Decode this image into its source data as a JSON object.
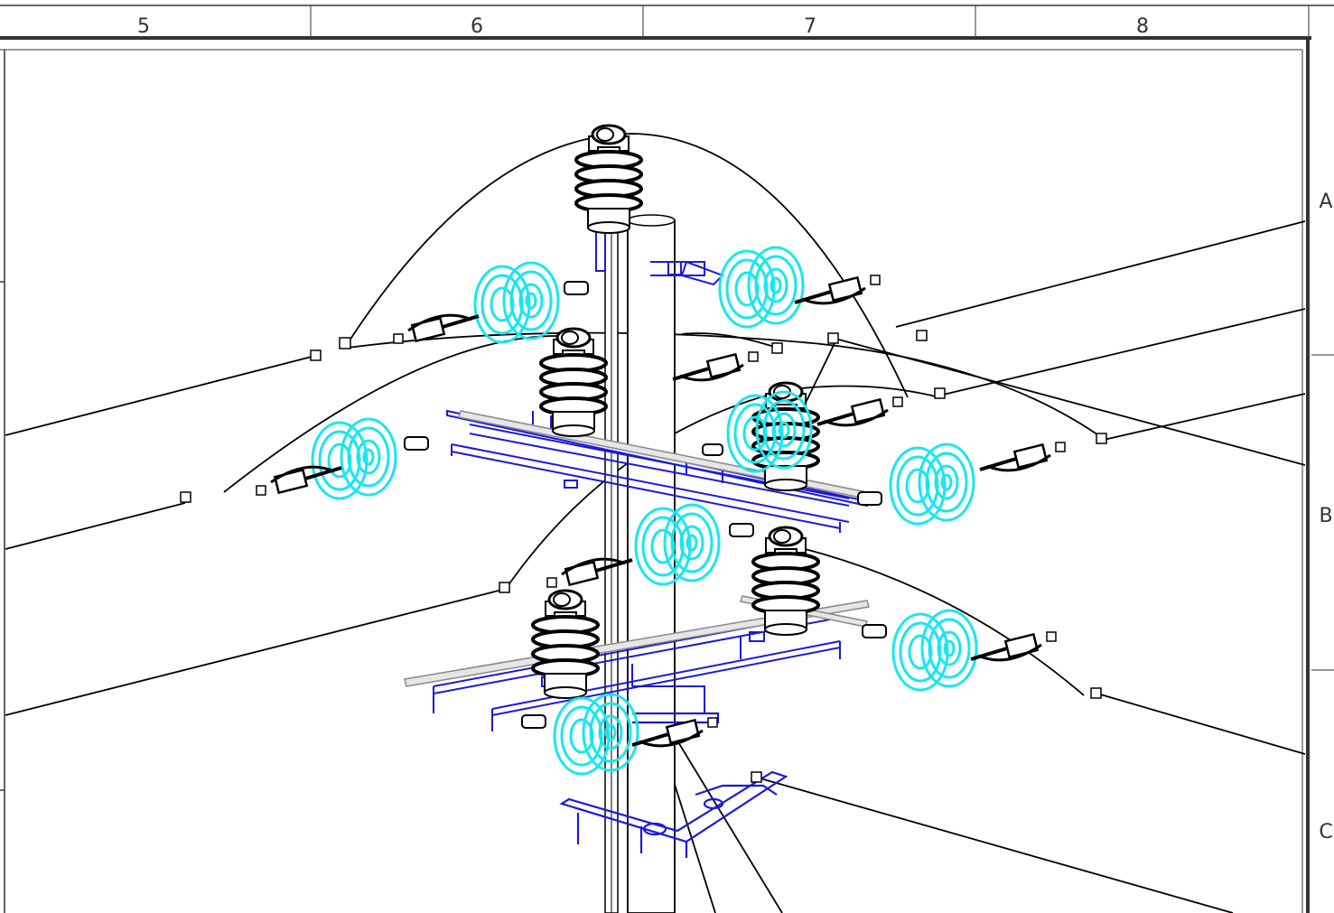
{
  "drawing": {
    "column_zones": [
      "5",
      "6",
      "7",
      "8"
    ],
    "row_zones": [
      "A",
      "B",
      "C"
    ]
  },
  "colors": {
    "frame": "#333333",
    "linework": "#000000",
    "steel_bracket": "#1a1adc",
    "glass_insulator": "#19e6f0",
    "pole_fill": "#ffffff"
  },
  "icons": {
    "post_insulator": "post-insulator-icon",
    "disc_insulator": "suspension-disc-insulator-icon",
    "connector": "wire-connector-icon"
  }
}
